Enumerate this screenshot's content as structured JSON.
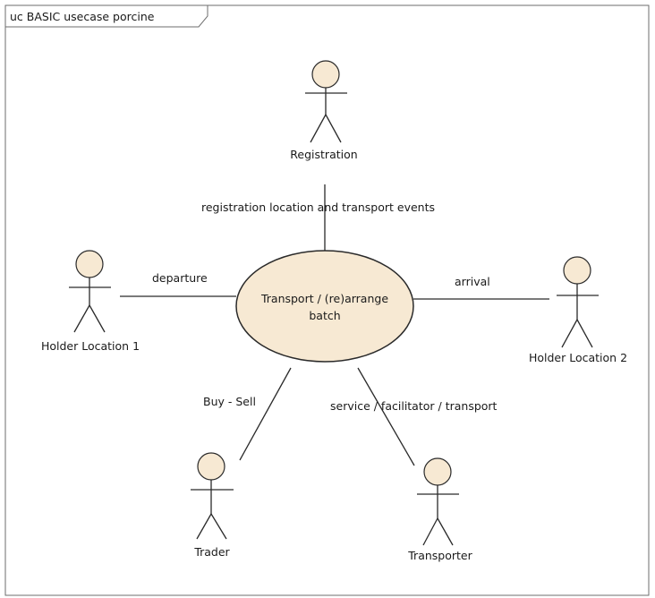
{
  "frame": {
    "title": "uc BASIC usecase porcine"
  },
  "usecase": {
    "line1": "Transport / (re)arrange",
    "line2": "batch",
    "fill": "#f7e9d3"
  },
  "actors": {
    "registration": "Registration",
    "holder1": "Holder Location 1",
    "holder2": "Holder Location 2",
    "trader": "Trader",
    "transporter": "Transporter"
  },
  "associations": {
    "registration": "registration location and transport events",
    "departure": "departure",
    "arrival": "arrival",
    "buy_sell": "Buy - Sell",
    "service": "service / facilitator / transport"
  }
}
